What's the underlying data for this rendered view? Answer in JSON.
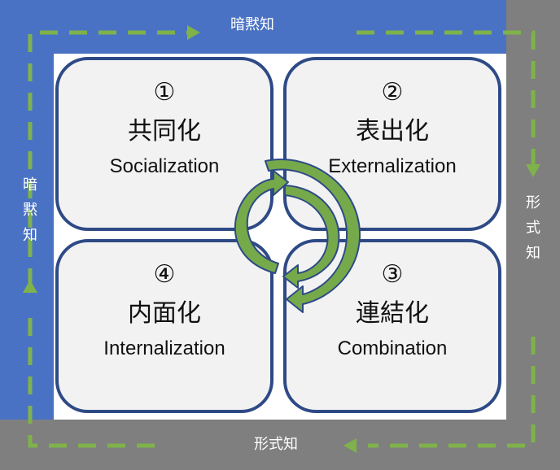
{
  "bands": {
    "top_label": "暗黙知",
    "bottom_label": "形式知",
    "left_label": [
      "暗",
      "黙",
      "知"
    ],
    "right_label": [
      "形",
      "式",
      "知"
    ]
  },
  "colors": {
    "tacit_band": "#4a72c4",
    "explicit_band": "#7f7f7f",
    "box_border": "#2e4a86",
    "box_fill": "#f2f2f2",
    "dash_arrow": "#7fb24a",
    "spiral_fill": "#76a94a"
  },
  "quadrants": [
    {
      "num": "①",
      "jp": "共同化",
      "en": "Socialization"
    },
    {
      "num": "②",
      "jp": "表出化",
      "en": "Externalization"
    },
    {
      "num": "③",
      "jp": "連結化",
      "en": "Combination"
    },
    {
      "num": "④",
      "jp": "内面化",
      "en": "Internalization"
    }
  ]
}
